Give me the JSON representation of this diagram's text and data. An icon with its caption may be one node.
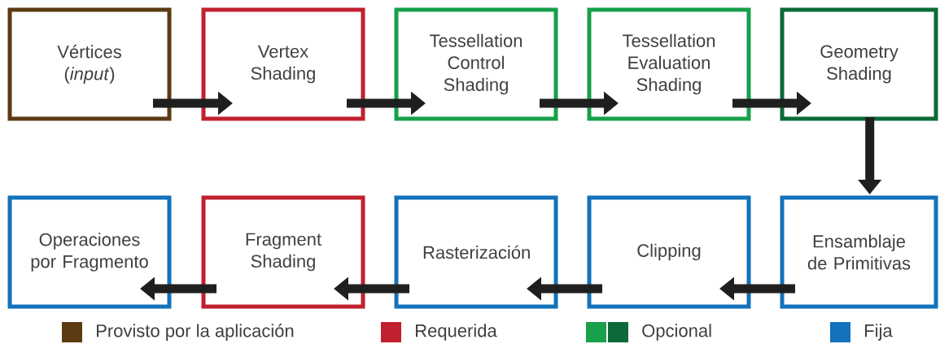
{
  "diagram": {
    "nodes": [
      {
        "text": [
          "Vértices (*input*)"
        ]
      },
      {
        "text": [
          "Vertex Shading"
        ]
      },
      {
        "text": [
          "Tessellation Control Shading"
        ]
      },
      {
        "text": [
          "Tessellation Evaluation Shading"
        ]
      },
      {
        "text": [
          "Geometry Shading"
        ]
      },
      {
        "text": [
          "Operaciones por Fragmento"
        ]
      },
      {
        "text": [
          "Fragment Shading"
        ]
      },
      {
        "text": [
          "Rasterización"
        ]
      },
      {
        "text": [
          "Clipping"
        ]
      },
      {
        "text": [
          "Ensamblaje de Primitivas"
        ]
      }
    ],
    "edges": [
      {
        "from": 0,
        "to": 1,
        "arrow": "to"
      },
      {
        "from": 1,
        "to": 2,
        "arrow": "to"
      },
      {
        "from": 2,
        "to": 3,
        "arrow": "to"
      },
      {
        "from": 3,
        "to": 4,
        "arrow": "to"
      },
      {
        "from": 4,
        "to": 9,
        "arrow": "to"
      },
      {
        "from": 9,
        "to": 8,
        "arrow": "to"
      },
      {
        "from": 8,
        "to": 7,
        "arrow": "to"
      },
      {
        "from": 7,
        "to": 6,
        "arrow": "to"
      },
      {
        "from": 6,
        "to": 5,
        "arrow": "to"
      }
    ],
    "legend": [
      {
        "text": "Provisto por la aplicación",
        "color": "#5c3a12"
      },
      {
        "text": "Requerida",
        "color": "#c1202f"
      },
      {
        "text": "Opcional",
        "color": "#18a04a"
      },
      {
        "text": "Fija",
        "color": "#1372bb"
      }
    ]
  }
}
